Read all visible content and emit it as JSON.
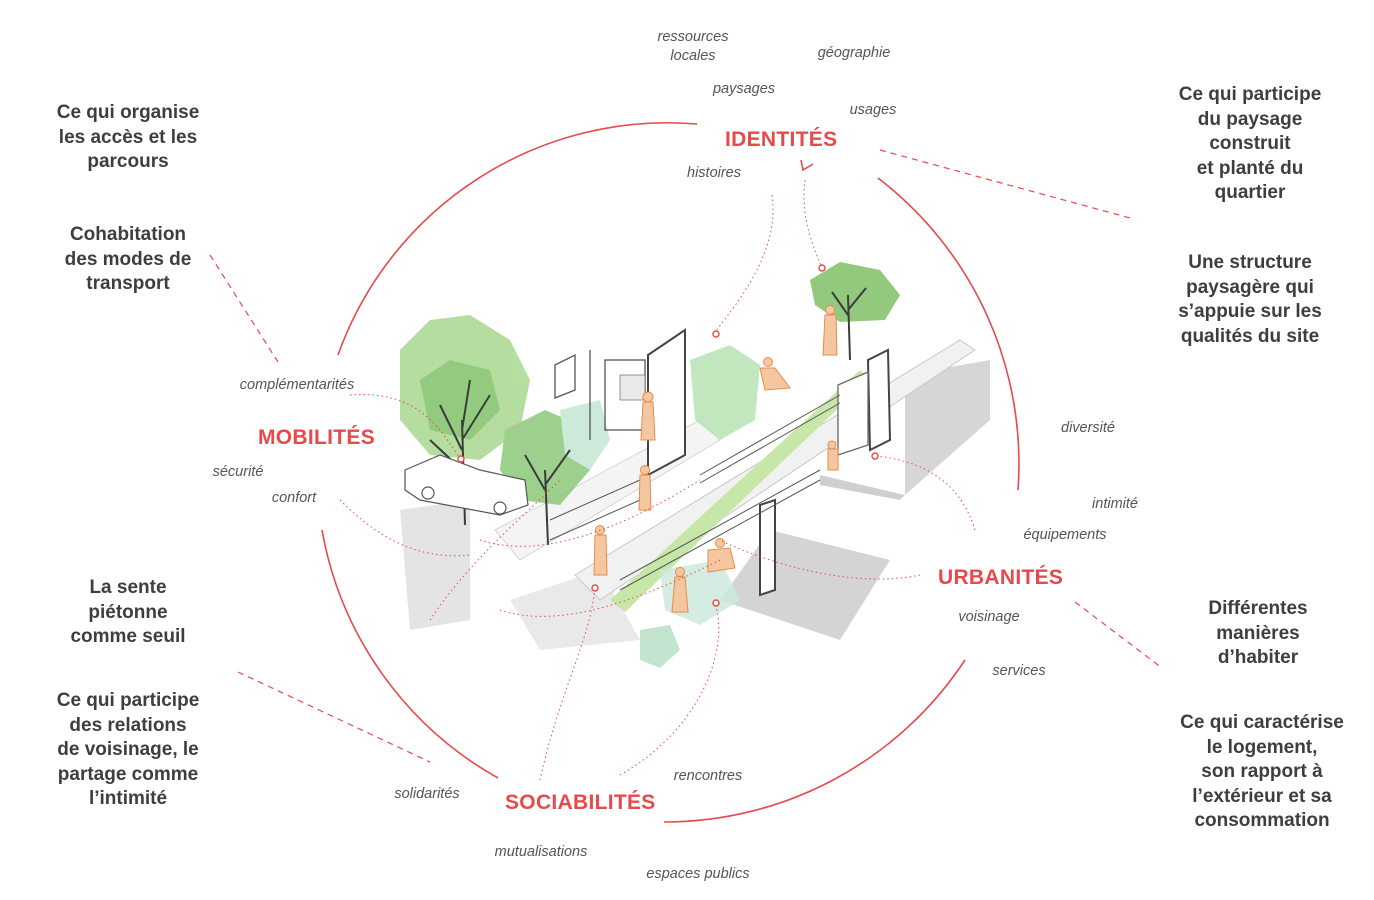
{
  "pillars": {
    "identites": "IDENTITÉS",
    "mobilites": "MOBILITÉS",
    "urbanites": "URBANITÉS",
    "sociabilites": "SOCIABILITÉS"
  },
  "left_texts": {
    "top_a": "Ce qui organise\nles accès et les\nparcours",
    "top_b": "Cohabitation\ndes modes de\ntransport",
    "bottom_a": "La sente\npiétonne\ncomme seuil",
    "bottom_b": "Ce qui participe\ndes relations\nde voisinage, le\npartage comme\nl’intimité"
  },
  "right_texts": {
    "top_a": "Ce qui participe\ndu paysage\nconstruit\net planté du\nquartier",
    "top_b": "Une structure\npaysagère qui\ns’appuie sur les\nqualités du site",
    "bottom_a": "Différentes\nmanières\nd’habiter",
    "bottom_b": "Ce qui caractérise\nle logement,\nson rapport à\nl’extérieur et sa\nconsommation"
  },
  "keywords": {
    "ressources_locales": "ressources\nlocales",
    "geographie": "géographie",
    "paysages": "paysages",
    "usages": "usages",
    "histoires": "histoires",
    "complementarites": "complémentarités",
    "securite": "sécurité",
    "confort": "confort",
    "diversite": "diversité",
    "intimite": "intimité",
    "equipements": "équipements",
    "voisinage": "voisinage",
    "services": "services",
    "rencontres": "rencontres",
    "solidarites": "solidarités",
    "mutualisations": "mutualisations",
    "espaces_publics": "espaces publics"
  },
  "colors": {
    "accent_red": "#e8494b",
    "text_dark": "#3e3e3e",
    "keyword_grey": "#555555",
    "vegetation_green": "#8fcf7e",
    "ground_grey": "#d4d4d4"
  }
}
